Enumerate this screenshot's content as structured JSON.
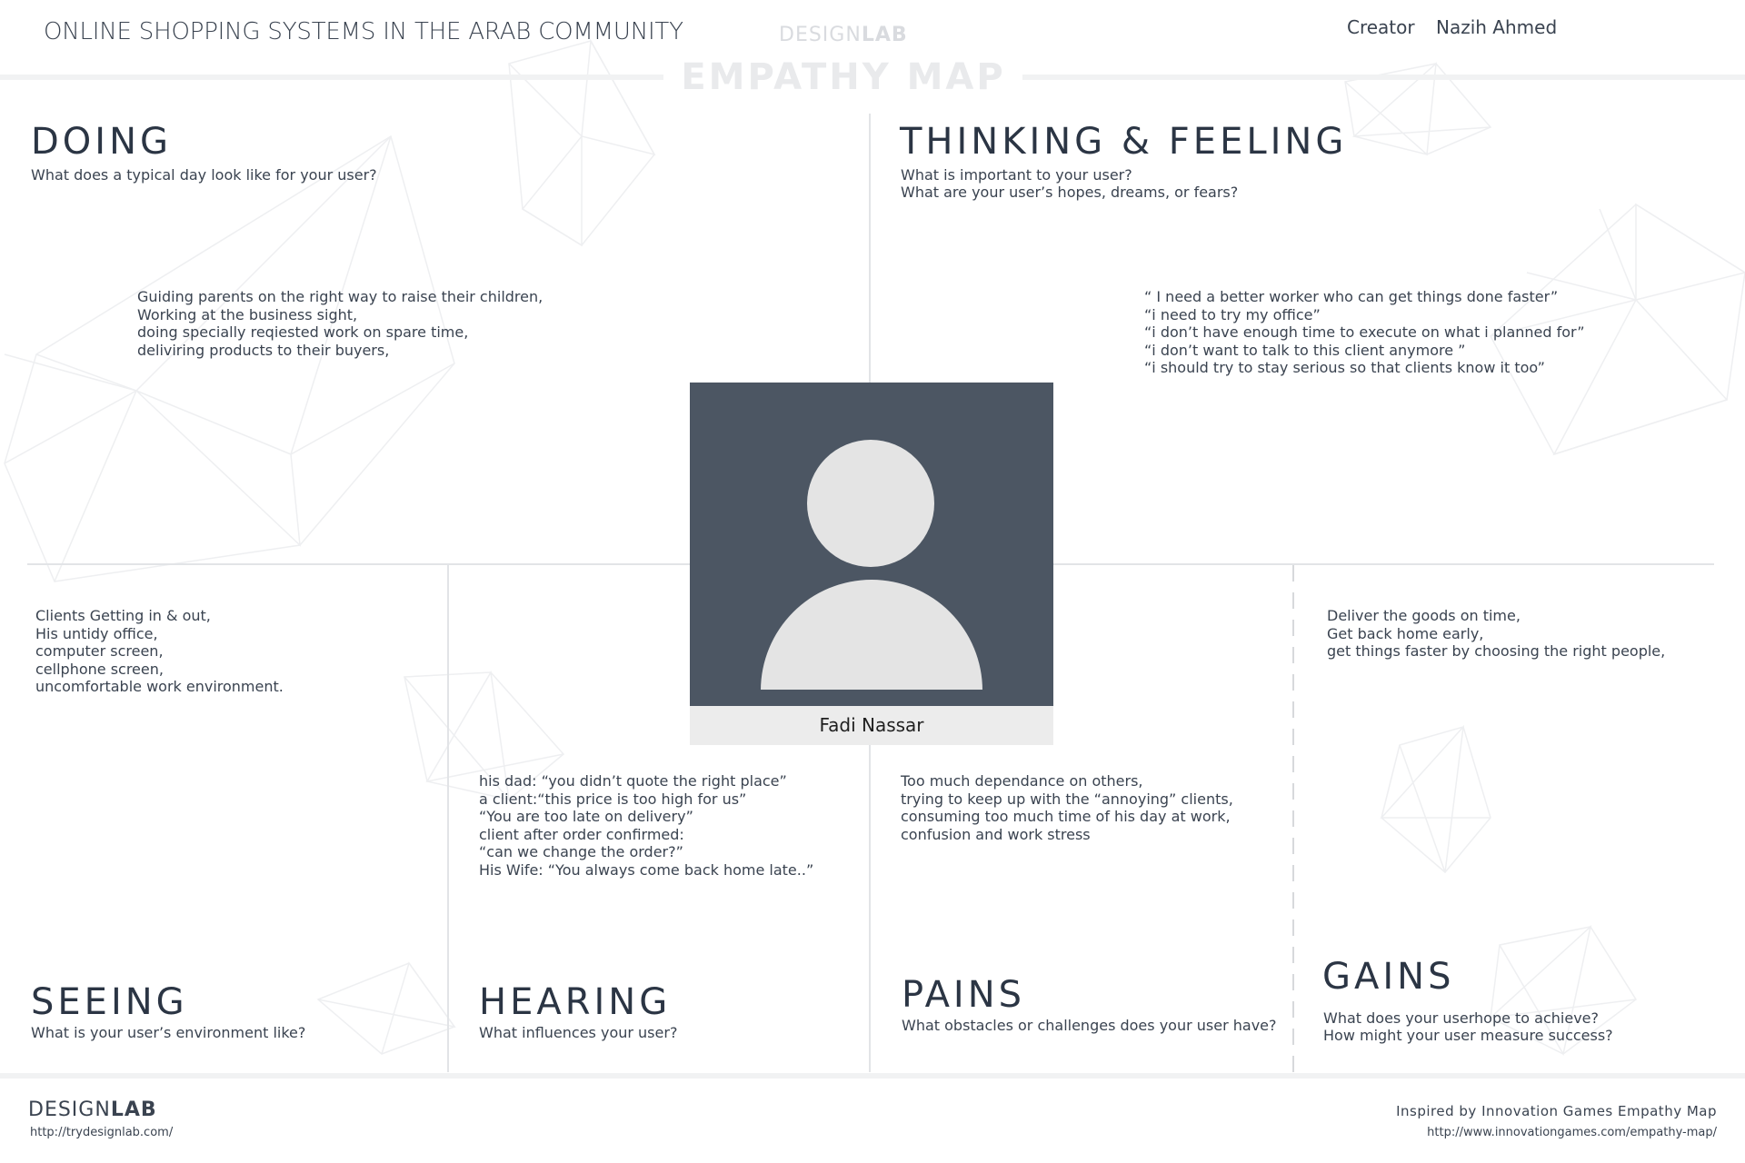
{
  "header": {
    "title": "ONLINE SHOPPING SYSTEMS IN THE ARAB COMMUNITY",
    "logo_light": "DESIGN",
    "logo_bold": "LAB",
    "creator_label": "Creator",
    "creator_name": "Nazih Ahmed"
  },
  "map_title": "EMPATHY MAP",
  "persona": {
    "name": "Fadi Nassar"
  },
  "quadrants": {
    "doing": {
      "heading": "DOING",
      "prompt": "What does a typical day look like for your user?",
      "lines": [
        "Guiding parents on the right way to raise their children,",
        "Working at the business sight,",
        "doing specially reqiested work on spare time,",
        "deliviring products to their buyers,"
      ]
    },
    "thinking": {
      "heading": "THINKING & FEELING",
      "prompt": "What is important to your user?",
      "prompt2": "What are your user’s hopes, dreams, or fears?",
      "lines": [
        "“ I need a better worker who can get things done faster”",
        "“i need to try my office”",
        "“i don’t have enough time to execute on what i planned for”",
        "“i don’t want to talk to this client anymore ”",
        "“i should try to stay serious so that clients know it too”"
      ]
    },
    "seeing": {
      "heading": "SEEING",
      "prompt": "What is your user’s environment like?",
      "lines": [
        "Clients Getting in & out,",
        "His untidy office,",
        "computer screen,",
        "cellphone screen,",
        "uncomfortable work environment."
      ]
    },
    "hearing": {
      "heading": "HEARING",
      "prompt": "What influences your user?",
      "lines": [
        "his dad: “you didn’t quote the right place”",
        "a client:“this price is too high for us”",
        "“You are too late on delivery”",
        "client after order confirmed:",
        "“can we change the order?”",
        "His Wife: “You always come back home late..”"
      ]
    },
    "pains": {
      "heading": "PAINS",
      "prompt": "What obstacles or challenges does your user have?",
      "lines": [
        "Too much dependance on others,",
        "trying to keep up with the “annoying” clients,",
        "consuming too much time of his day at work,",
        "confusion and work stress"
      ]
    },
    "gains": {
      "heading": "GAINS",
      "prompt": "What does your userhope to achieve?",
      "prompt2": "How might your user measure success?",
      "lines": [
        "Deliver the goods on time,",
        "Get back home early,",
        "get things faster by choosing the right people,"
      ]
    }
  },
  "footer": {
    "logo_light": "DESIGN",
    "logo_bold": "LAB",
    "url_left": "http://trydesignlab.com/",
    "credit": "Inspired by Innovation Games Empathy Map",
    "url_right": "http://www.innovationgames.com/empathy-map/"
  }
}
